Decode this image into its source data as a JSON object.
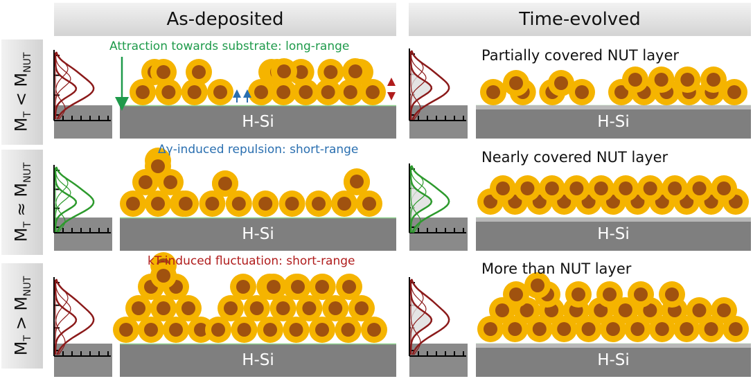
{
  "headers": {
    "left": "As-deposited",
    "right": "Time-evolved"
  },
  "rows": [
    {
      "label_main": "M",
      "label_sub1": "T",
      "label_rel": " < M",
      "label_sub2": "NUT",
      "annotation": "Attraction towards substrate: long-range",
      "caption": "Partially covered NUT layer",
      "substrate_left": "H-Si",
      "substrate_right": "H-Si"
    },
    {
      "label_main": "M",
      "label_sub1": "T",
      "label_rel": " ≈ M",
      "label_sub2": "NUT",
      "annotation": "Δγ-induced repulsion: short-range",
      "caption": "Nearly covered NUT layer",
      "substrate_left": "H-Si",
      "substrate_right": "H-Si"
    },
    {
      "label_main": "M",
      "label_sub1": "T",
      "label_rel": " > M",
      "label_sub2": "NUT",
      "annotation": "kT-induced fluctuation: short-range",
      "caption": "More than NUT layer",
      "substrate_left": "H-Si",
      "substrate_right": "H-Si"
    }
  ],
  "colors": {
    "substrate": "#7f7f7f",
    "shell": "#f5b400",
    "core": "#a0520f",
    "attraction": "#1e9a4a",
    "repulsion": "#2a6fb0",
    "fluctuation": "#b01c1c",
    "dist_red": "#8b1a1a",
    "dist_green": "#2d9a2d"
  },
  "icons": [
    "down-arrow-icon",
    "up-arrow-icon",
    "double-arrow-icon"
  ]
}
